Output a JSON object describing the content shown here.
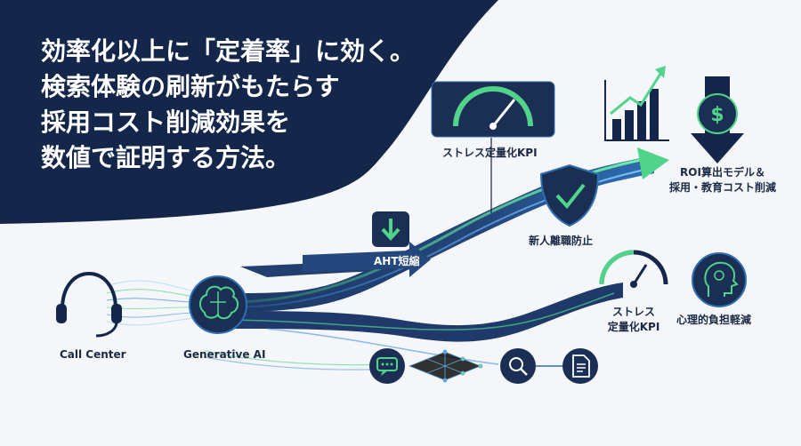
{
  "headline": {
    "line1": "効率化以上に「定着率」に効く。",
    "line2": "検索体験の刷新がもたらす",
    "line3": "採用コスト削減効果を",
    "line4": "数値で証明する方法。"
  },
  "nodes": {
    "call_center": "Call Center",
    "generative_ai": "Generative AI",
    "aht": "AHT短縮",
    "stress_kpi_top": "ストレス定量化KPI",
    "attrition": "新人離職防止",
    "roi_line1": "ROI算出モデル＆",
    "roi_line2": "採用・教育コスト削減",
    "stress_kpi_line1": "ストレス",
    "stress_kpi_line2": "定量化KPI",
    "mental_load": "心理的負担軽減"
  },
  "colors": {
    "navy": "#14264a",
    "accent_green": "#4fd48a",
    "accent_blue": "#3f8fd8",
    "icon_bg": "#1b2f55",
    "text": "#1b2a44"
  },
  "icons": {
    "headset": "headset-icon",
    "brain": "brain-icon",
    "down_arrow": "down-arrow-icon",
    "speedometer": "speedometer-icon",
    "shield_check": "shield-check-icon",
    "bar_chart_up": "bar-chart-up-icon",
    "dollar_coin": "dollar-coin-icon",
    "gauge": "gauge-icon",
    "head_mind": "head-mind-icon",
    "chat": "chat-icon",
    "search_db": "search-database-icon",
    "document": "document-icon"
  }
}
